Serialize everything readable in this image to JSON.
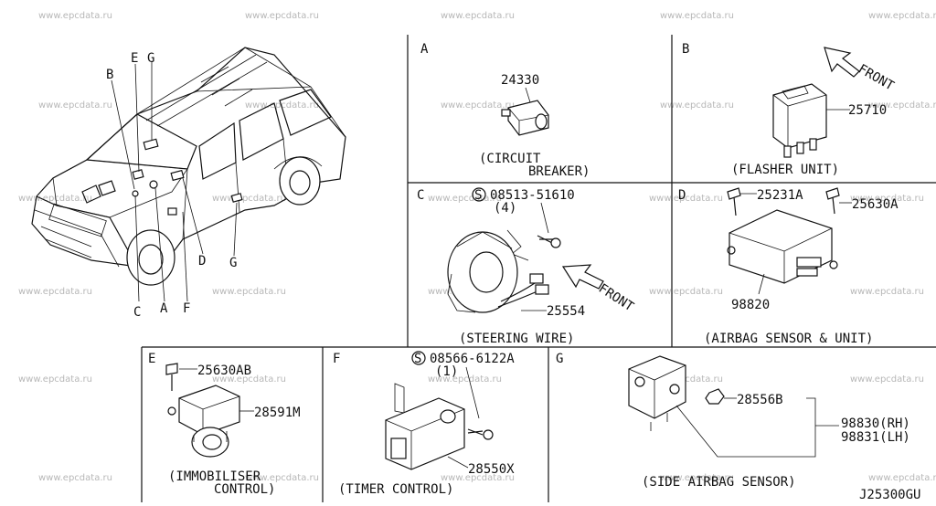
{
  "watermark": "www.epcdata.ru",
  "vehicle_callouts": [
    "B",
    "E",
    "G",
    "C",
    "A",
    "F",
    "D",
    "G"
  ],
  "panels": {
    "A": {
      "letter": "A",
      "part": "24330",
      "caption_line1": "(CIRCUIT",
      "caption_line2": "BREAKER)"
    },
    "B": {
      "letter": "B",
      "part": "25710",
      "front": "FRONT",
      "caption": "(FLASHER UNIT)"
    },
    "C": {
      "letter": "C",
      "screw_symbol": "S",
      "screw": "08513-51610",
      "qty": "(4)",
      "part": "25554",
      "front": "FRONT",
      "caption": "(STEERING WIRE)"
    },
    "D": {
      "letter": "D",
      "part_a": "25231A",
      "part_b": "25630A",
      "part_c": "98820",
      "caption": "(AIRBAG SENSOR & UNIT)"
    },
    "E": {
      "letter": "E",
      "part_a": "25630AB",
      "part_b": "28591M",
      "caption_line1": "(IMMOBILISER",
      "caption_line2": "CONTROL)"
    },
    "F": {
      "letter": "F",
      "screw_symbol": "S",
      "screw": "08566-6122A",
      "qty": "(1)",
      "part": "28550X",
      "caption": "(TIMER CONTROL)"
    },
    "G": {
      "letter": "G",
      "part_a": "28556B",
      "part_rh": "98830(RH)",
      "part_lh": "98831(LH)",
      "caption": "(SIDE AIRBAG SENSOR)"
    }
  },
  "diagram_code": "J25300GU"
}
